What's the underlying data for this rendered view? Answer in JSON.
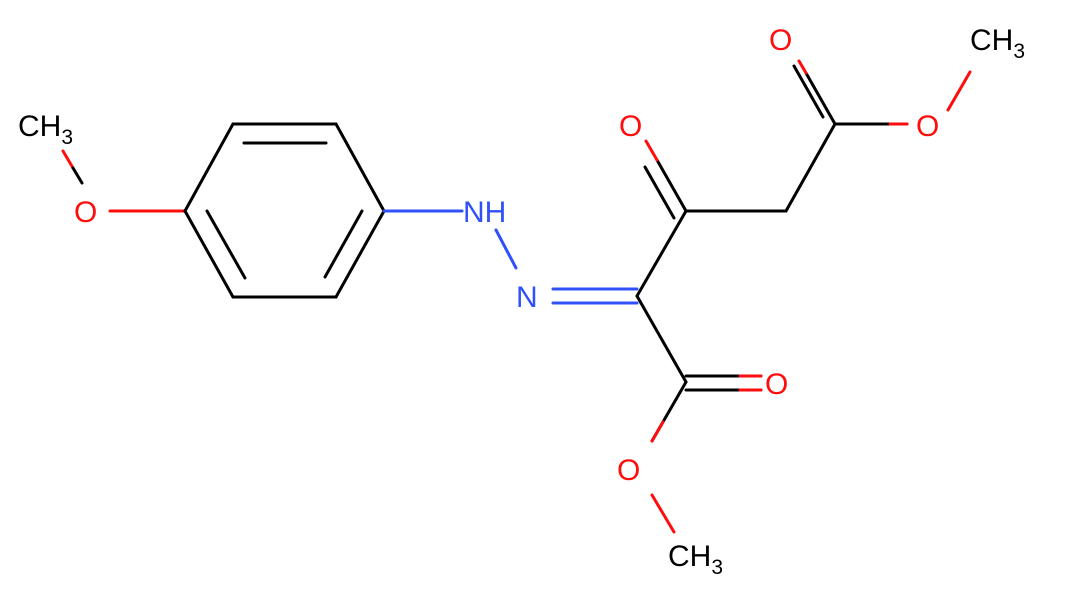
{
  "molecule": {
    "colors": {
      "bond": "#000000",
      "oxygen": "#ff0d0d",
      "nitrogen": "#3050f8",
      "carbon": "#000000"
    },
    "atoms": {
      "methoxy_left_carbon": {
        "element": "CH",
        "subscript": "3"
      },
      "methoxy_left_oxygen": {
        "element": "O"
      },
      "hydrazone_nh": {
        "element": "NH"
      },
      "hydrazone_n": {
        "element": "N"
      },
      "ketone_oxygen": {
        "element": "O"
      },
      "ester_top_carbonyl_oxygen": {
        "element": "O"
      },
      "ester_top_ether_oxygen": {
        "element": "O"
      },
      "ester_top_methyl": {
        "element": "CH",
        "subscript": "3"
      },
      "ester_bottom_carbonyl_oxygen": {
        "element": "O"
      },
      "ester_bottom_ether_oxygen": {
        "element": "O"
      },
      "ester_bottom_methyl": {
        "element": "CH",
        "subscript": "3"
      }
    }
  }
}
